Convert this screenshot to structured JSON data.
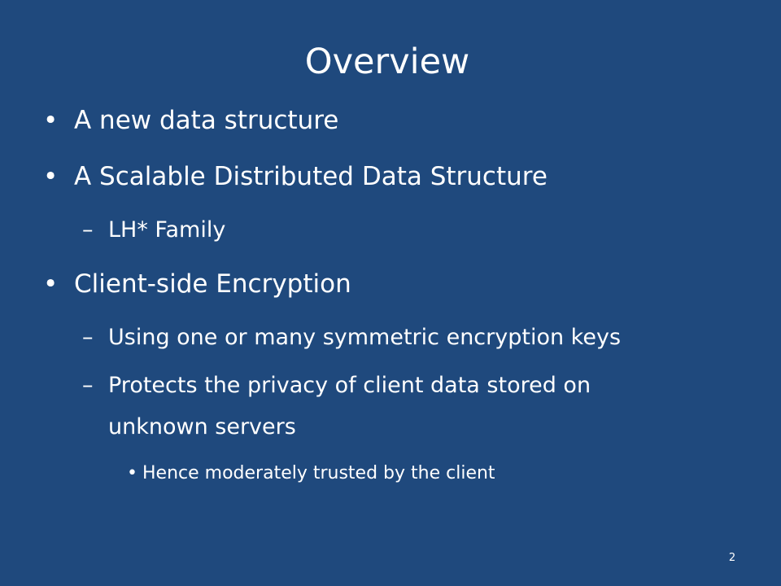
{
  "slide": {
    "title": "Overview",
    "bullets": [
      {
        "marker": "•",
        "text": "A new data structure"
      },
      {
        "marker": "•",
        "text": "A Scalable Distributed Data Structure"
      },
      {
        "marker": "–",
        "text": "LH* Family"
      },
      {
        "marker": "•",
        "text": "Client-side Encryption"
      },
      {
        "marker": "–",
        "text": "Using one or many symmetric encryption keys"
      },
      {
        "marker": "–",
        "text": "Protects the privacy of client data stored on",
        "continuation": "unknown servers"
      },
      {
        "marker": "•",
        "text": "Hence moderately trusted by the client"
      }
    ],
    "page_number": "2",
    "background_color": "#1f497d",
    "text_color": "#ffffff"
  }
}
